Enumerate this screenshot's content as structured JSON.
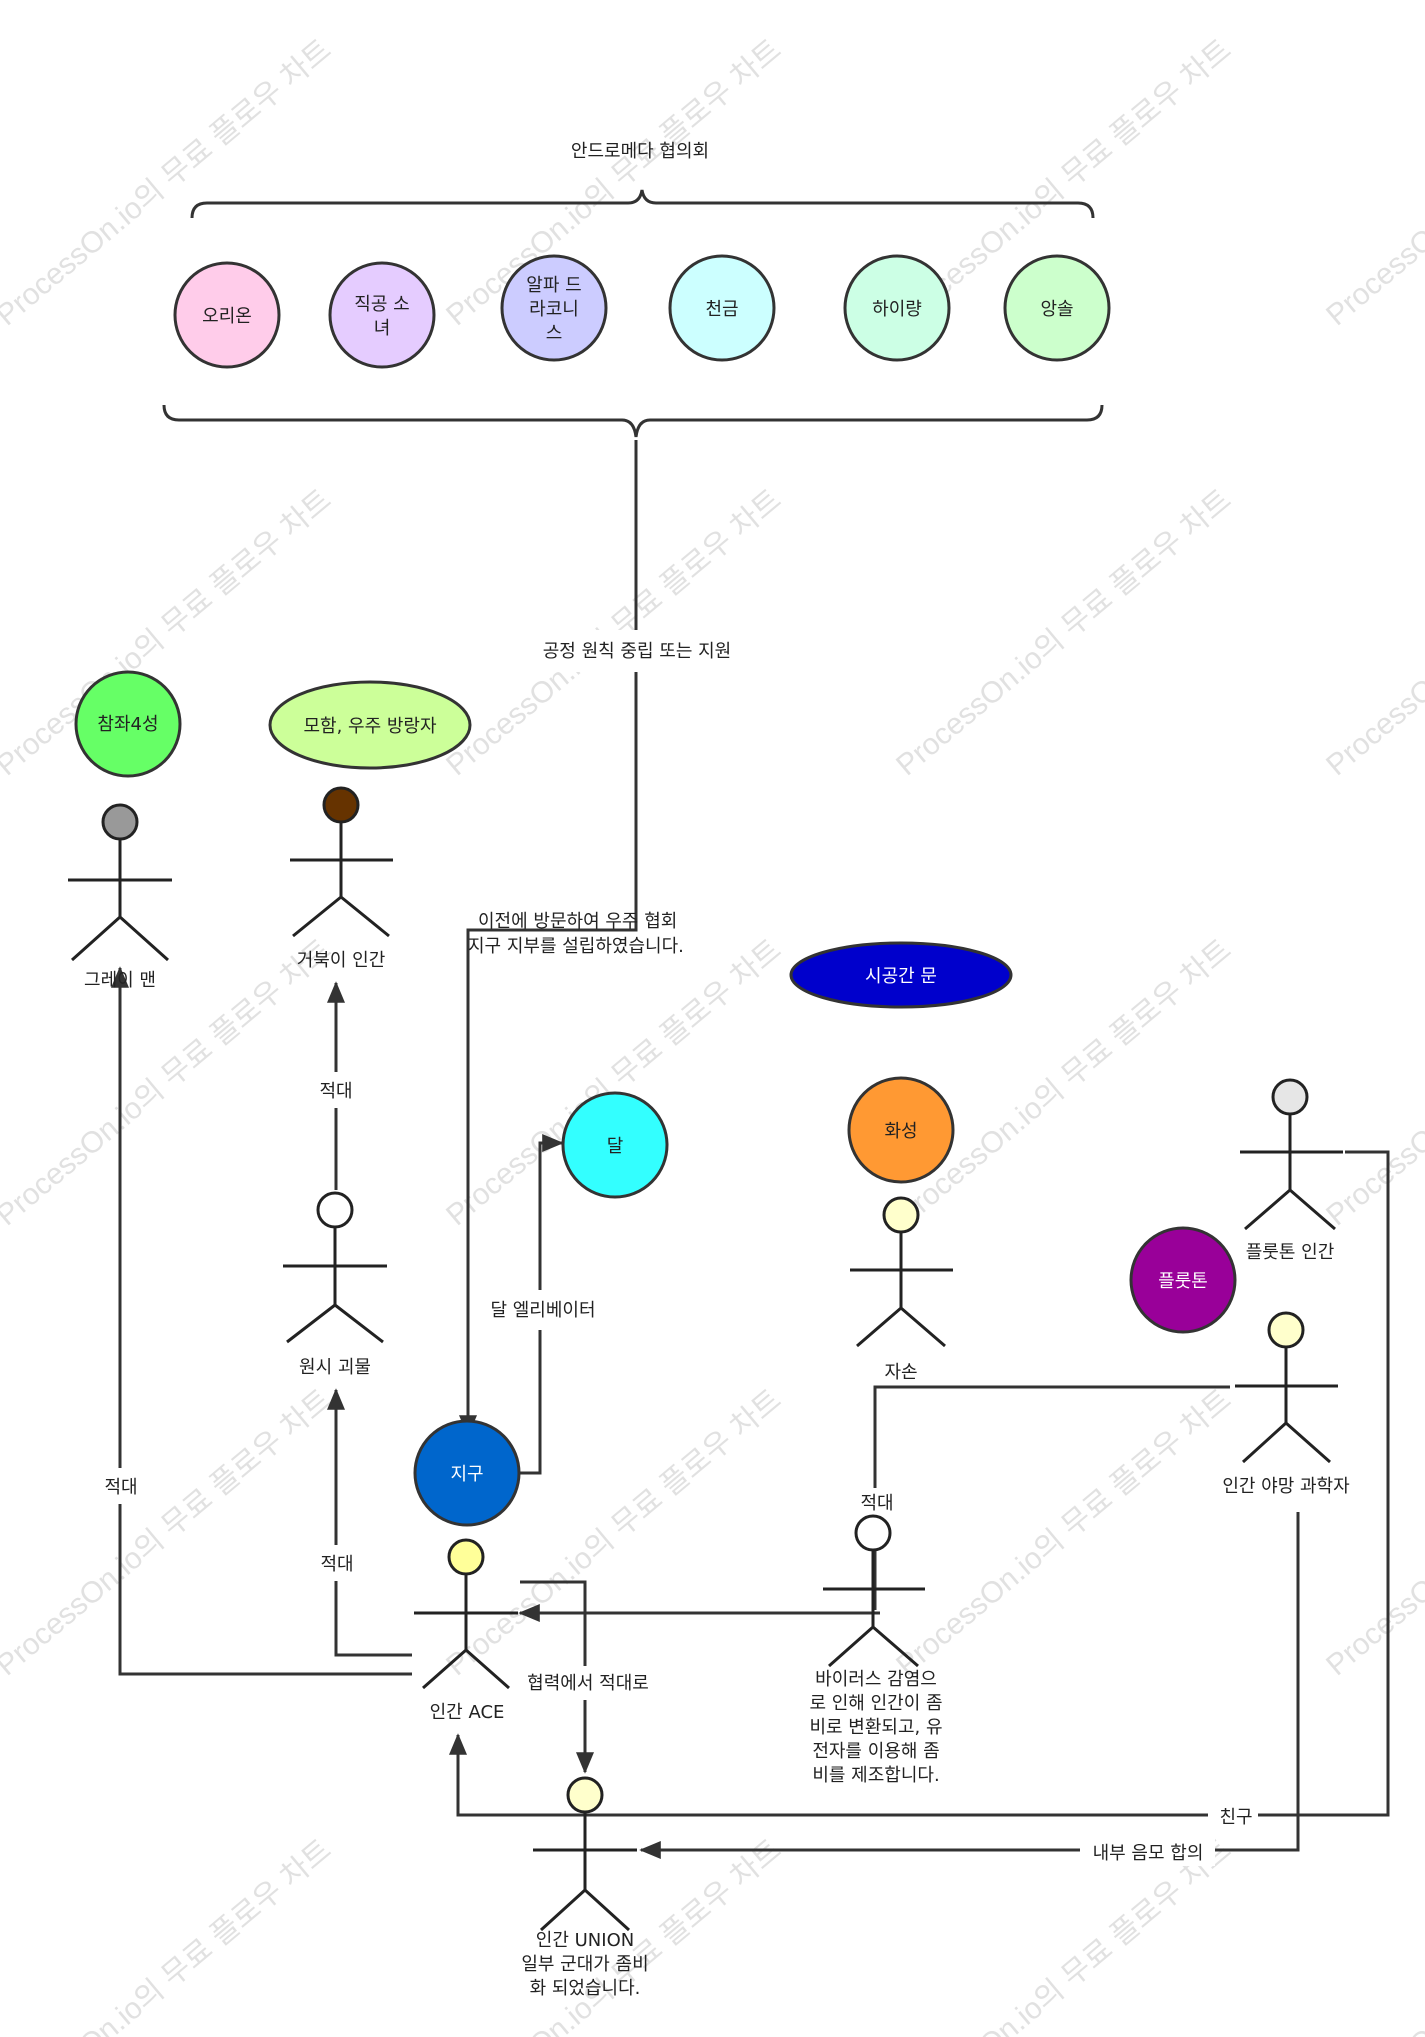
{
  "title": "안드로메다 협의회",
  "council": [
    {
      "label": "오리온",
      "color": "#ffccea"
    },
    {
      "label": "직공 소\n녀",
      "color": "#e5ccff"
    },
    {
      "label": "알파 드\n라코니\n스",
      "color": "#ccccff"
    },
    {
      "label": "천금",
      "color": "#ccffff"
    },
    {
      "label": "하이량",
      "color": "#ccffe5"
    },
    {
      "label": "앙솔",
      "color": "#ccffcc"
    }
  ],
  "nodes": {
    "chamjwa": {
      "label": "참좌4성",
      "color": "#66ff66"
    },
    "adventure": {
      "label": "모함, 우주 방랑자",
      "color": "#ccff99"
    },
    "spacetime": {
      "label": "시공간 문",
      "color": "#0000cc"
    },
    "moon": {
      "label": "달",
      "color": "#33ffff"
    },
    "mars": {
      "label": "화성",
      "color": "#ff9933"
    },
    "pluto": {
      "label": "플룻톤",
      "color": "#990099"
    },
    "earth": {
      "label": "지구",
      "color": "#0066cc"
    }
  },
  "actors": {
    "grey": {
      "label": "그레이 맨"
    },
    "turtle": {
      "label": "거북이 인간"
    },
    "primitive": {
      "label": "원시 괴물"
    },
    "descendant": {
      "label": "자손"
    },
    "pluto_human": {
      "label": "플룻톤 인간"
    },
    "ambitious": {
      "label": "인간 야망 과학자"
    },
    "ace": {
      "label": "인간 ACE"
    },
    "zombie": {
      "label": "바이러스 감염으\n로 인해 인간이 좀\n비로 변환되고, 유\n전자를 이용해 좀\n비를 제조합니다."
    },
    "union": {
      "label": "인간 UNION\n일부 군대가 좀비\n화 되었습니다."
    }
  },
  "edges": {
    "neutral": "공정 원칙 중립 또는 지원",
    "branch": "이전에 방문하여 우주 협회\n지구 지부를 설립하였습니다.",
    "hostile_turtle": "적대",
    "elevator": "달 엘리베이터",
    "hostile_grey": "적대",
    "hostile_primitive": "적대",
    "hostile_descendant": "적대",
    "coop_to_hostile": "협력에서 적대로",
    "friend": "친구",
    "secret": "내부 음모 합의"
  },
  "watermark": "ProcessOn.io의 무료 플로우 차트"
}
